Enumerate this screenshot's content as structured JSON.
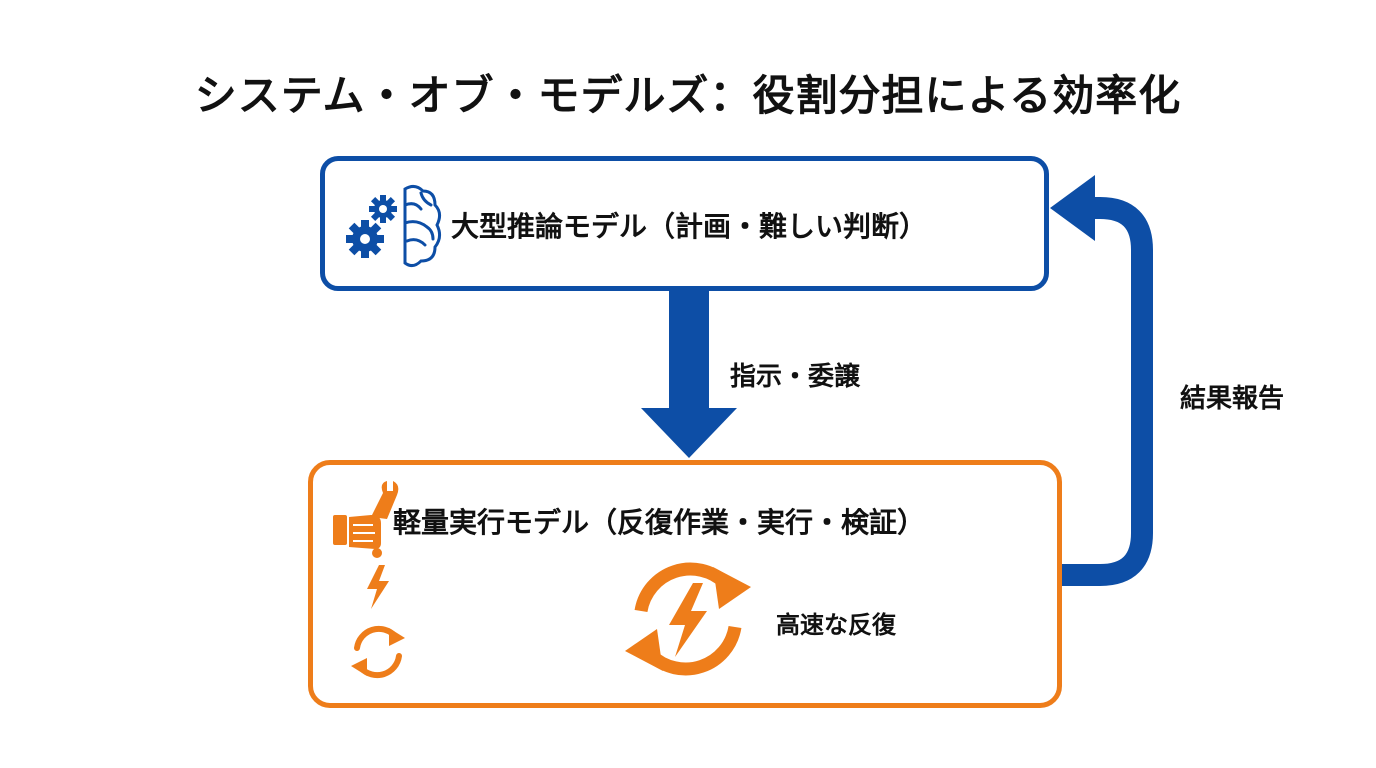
{
  "title": "システム・オブ・モデルズ：役割分担による効率化",
  "nodes": {
    "large_model": {
      "label": "大型推論モデル（計画・難しい判断）",
      "icon": "brain-gears-icon",
      "color": "#0d4ea6"
    },
    "light_model": {
      "label": "軽量実行モデル（反復作業・実行・検証）",
      "icons": [
        "wrench-hand-icon",
        "lightning-icon",
        "cycle-arrows-icon",
        "rapid-cycle-icon"
      ],
      "color": "#ee7d1a",
      "inner_label": "高速な反復"
    }
  },
  "edges": {
    "delegate": {
      "label": "指示・委譲",
      "from": "large_model",
      "to": "light_model"
    },
    "report": {
      "label": "結果報告",
      "from": "light_model",
      "to": "large_model"
    }
  }
}
